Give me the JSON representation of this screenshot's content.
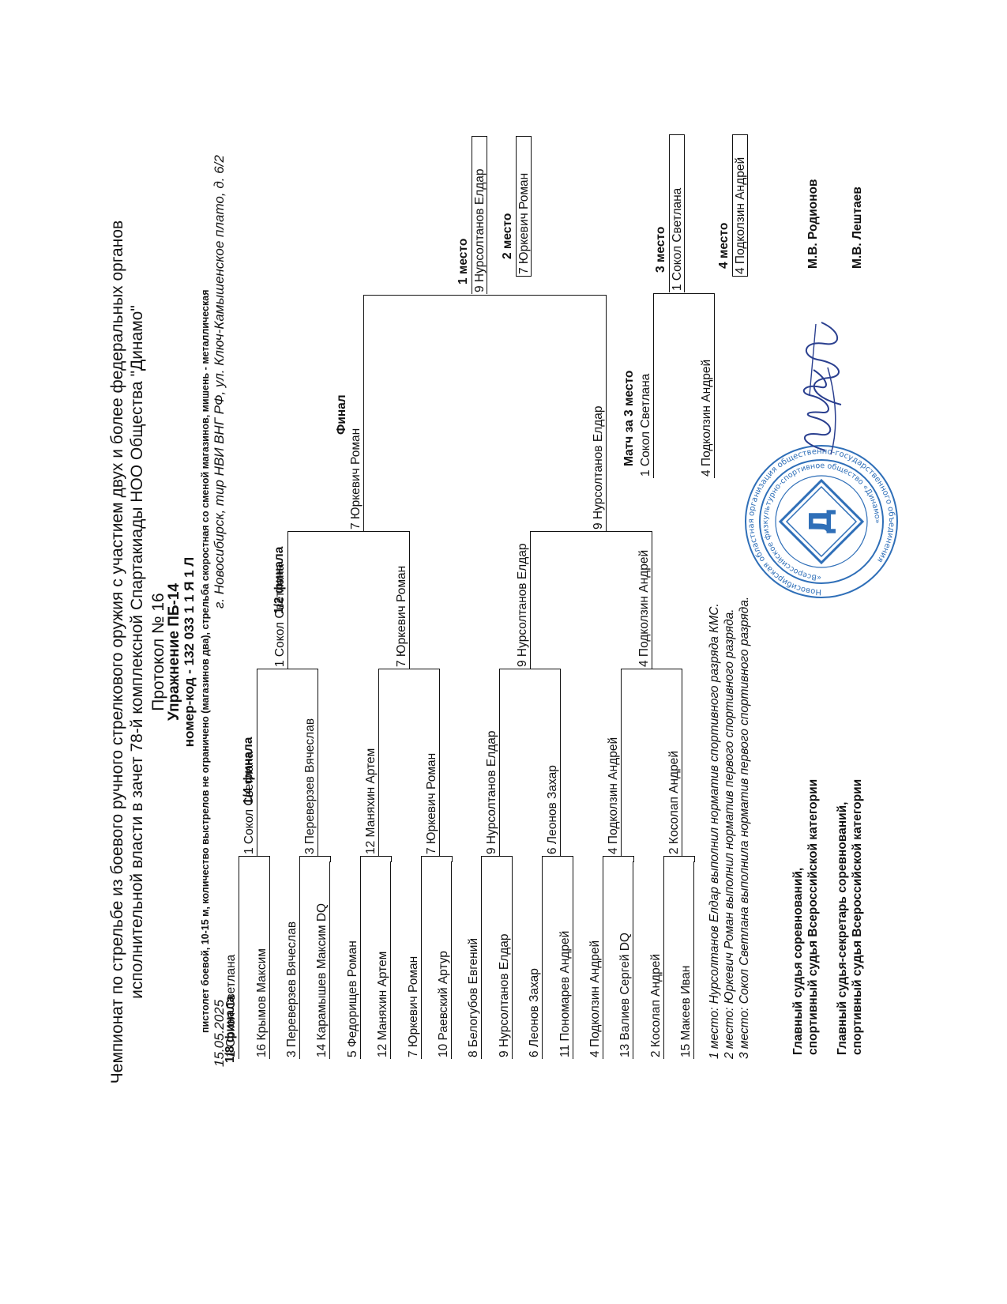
{
  "header": {
    "line1": "Чемпионат по стрельбе из боевого ручного стрелкового оружия с участием двух и более федеральных органов",
    "line2": "исполнительной власти в зачет 78-й комплексной Спартакиады НОО Общества \"Динамо\"",
    "protocol": "Протокол № 16",
    "exercise": "Упражнение ПБ-14",
    "code": "номер-код - 132 033 1 1 Я 1 Л",
    "desc1": "пистолет боевой, 10-15 м, количество выстрелов не ограничено (магазинов два), стрельба скоростная со сменой магазинов, мишень - металлическая",
    "date": "15.05.2025",
    "location": "г. Новосибирск, тир НВИ ВНГ РФ, ул. Ключ-Камышенское плато, д. 6/2"
  },
  "rounds": {
    "r16": "1/8 финала",
    "qf": "1/4 финала",
    "sf": "1/2 финала",
    "final": "Финал",
    "bronze": "Матч за 3 место"
  },
  "r16": [
    "1 Сокол Светлана",
    "16 Крымов Максим",
    "3 Переверзев Вячеслав",
    "14 Карамышев Максим DQ",
    "5 Федорищев Роман",
    "12 Маняхин Артем",
    "7 Юркевич Роман",
    "10 Раевский Артур",
    "8 Белогубов Евгений",
    "9 Нурсолтанов Елдар",
    "6 Леонов Захар",
    "11 Пономарев Андрей",
    "4 Подколзин Андрей",
    "13 Валиев Сергей        DQ",
    "2 Косолап Андрей",
    "15 Макеев Иван"
  ],
  "qf": [
    "1 Сокол Светлана",
    "3 Переверзев Вячеслав",
    "12 Маняхин Артем",
    "7 Юркевич Роман",
    "9 Нурсолтанов Елдар",
    "6 Леонов Захар",
    "4 Подколзин Андрей",
    "2 Косолап Андрей"
  ],
  "sf": [
    "1 Сокол Светлана",
    "7 Юркевич Роман",
    "9 Нурсолтанов Елдар",
    "4 Подколзин Андрей"
  ],
  "final": [
    "7 Юркевич Роман",
    "9 Нурсолтанов Елдар"
  ],
  "bronze": [
    "1 Сокол Светлана",
    "4 Подколзин Андрей"
  ],
  "places": [
    {
      "label": "1 место",
      "name": "9 Нурсолтанов Елдар"
    },
    {
      "label": "2 место",
      "name": "7 Юркевич Роман"
    },
    {
      "label": "3 место",
      "name": "1 Сокол Светлана"
    },
    {
      "label": "4 место",
      "name": "4 Подколзин Андрей"
    }
  ],
  "notes": [
    "1 место: Нурсолтанов Елдар выполнил норматив спортивного разряда КМС.",
    "2 место: Юркевич Роман выполнил норматив первого спортивного разряда.",
    "3 место: Сокол Светлана выполнила норматив первого спортивного разряда."
  ],
  "officials": {
    "chief_title": "Главный судья соревнований,",
    "chief_cat": "спортивный судья Всероссийской категории",
    "chief_name": "М.В. Родионов",
    "sec_title": "Главный судья-секретарь соревнований,",
    "sec_cat": "спортивный судья Всероссийской категории",
    "sec_name": "М.В. Лештаев"
  },
  "stamp": {
    "outer": "Новосибирская областная организация общественно-государственного объединения",
    "inner": "«Всероссийское физкультурно-спортивное общество «Динамо»",
    "color": "#2f6fb8"
  }
}
